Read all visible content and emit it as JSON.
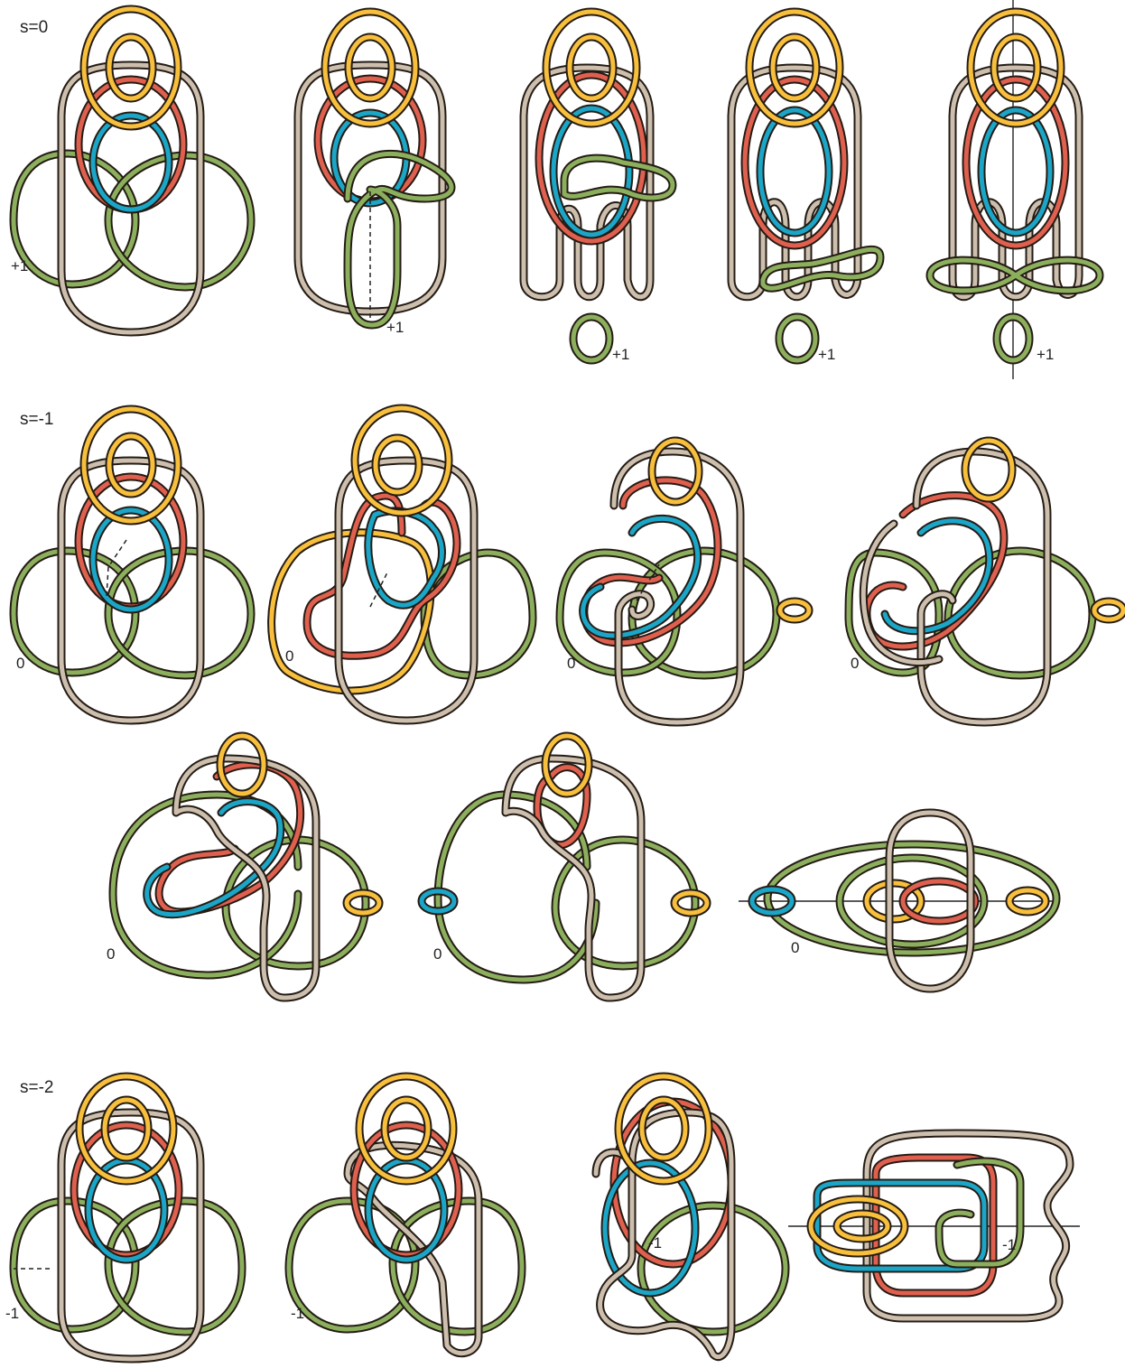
{
  "colors": {
    "yellow": "#f7bf3c",
    "red": "#e0604f",
    "blue": "#1ba6c8",
    "green": "#8caf5d",
    "tan": "#cdbfae",
    "outline": "#241b14"
  },
  "rows": [
    {
      "label": "s=0"
    },
    {
      "label": "s=-1"
    },
    {
      "label": "s=-2"
    }
  ],
  "coefficients": {
    "r0_p1": "+1",
    "r0_p2": "+1",
    "r0_p3": "+1",
    "r0_p4": "+1",
    "r0_p5": "+1",
    "r1_p1": "0",
    "r1_p2": "0",
    "r1_p3": "0",
    "r1_p4": "0",
    "r2_p1": "0",
    "r2_p2": "0",
    "r2_p3": "0",
    "r3_p1": "-1",
    "r3_p2": "-1",
    "r3_p3": "-1",
    "r3_p4": "-1"
  }
}
